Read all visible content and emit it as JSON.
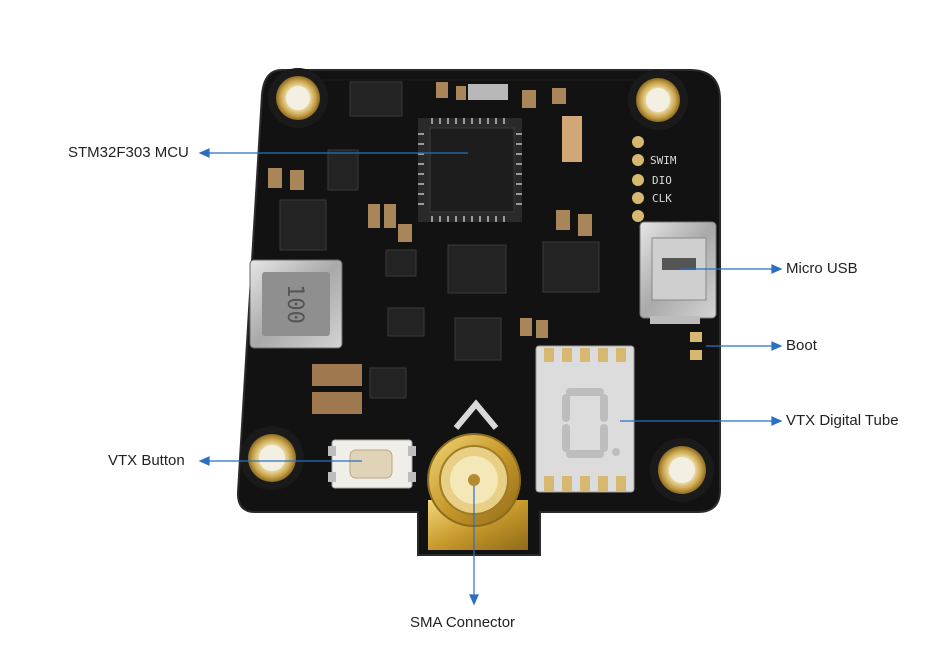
{
  "colors": {
    "board": "#111111",
    "pad_gold": "#c9a24a",
    "leader_line": "#2a6fc4",
    "label_text": "#222222"
  },
  "callouts": {
    "mcu": "STM32F303 MCU",
    "usb": "Micro USB",
    "boot": "Boot",
    "vtx_tube": "VTX Digital Tube",
    "vtx_button": "VTX Button",
    "sma": "SMA Connector"
  },
  "silkscreen": {
    "swim": "SWIM",
    "dio": "DIO",
    "clk": "CLK"
  },
  "display_digit": "0"
}
